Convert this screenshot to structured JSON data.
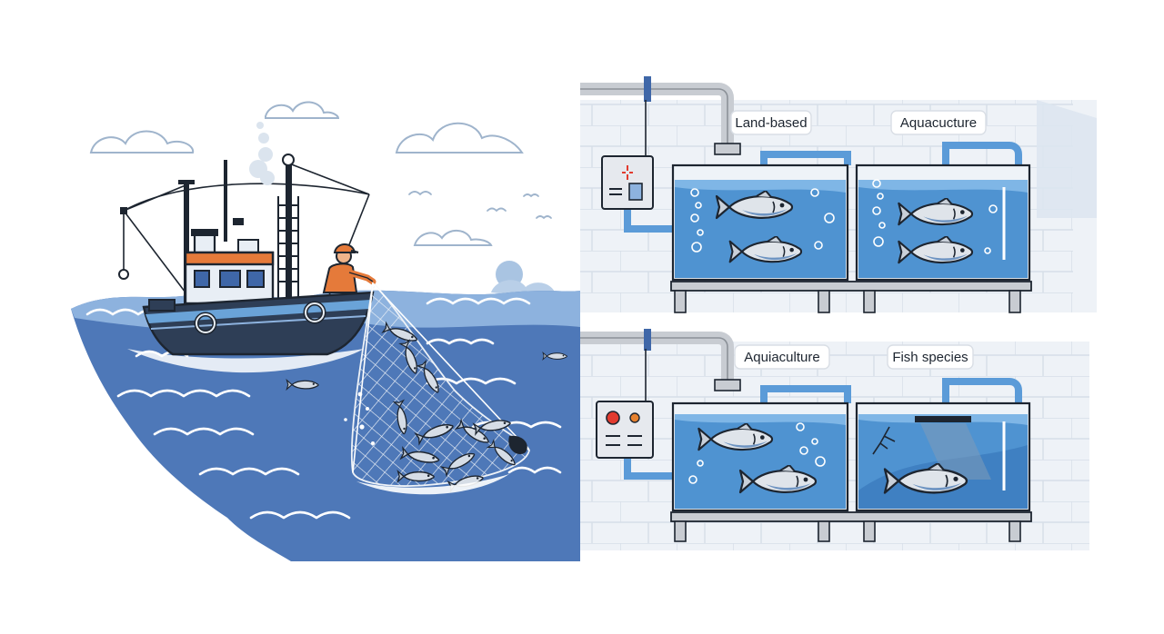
{
  "labels": {
    "top_left": "Land-based",
    "top_right": "Aquacucture",
    "bottom_left": "Aquiaculture",
    "bottom_right": "Fish species"
  },
  "colors": {
    "ocean_dark": "#3f67a8",
    "ocean_mid": "#5a86c0",
    "ocean_light": "#9cc0e3",
    "tank_water": "#4f93d1",
    "pipe_blue": "#5b9bd8",
    "pipe_gray": "#c8ccd2",
    "boat_hull": "#2e3e56",
    "cabin_orange": "#e57a3a",
    "wall_tile": "#e4eaf2",
    "ink": "#1d2530",
    "control_red": "#e23b2f",
    "control_orange": "#e6812f"
  },
  "icons": [
    "boat-icon",
    "fisherman-icon",
    "fishing-net-icon",
    "fish-icon",
    "water-pipe-icon",
    "control-panel-icon",
    "cloud-icon",
    "bird-icon",
    "bubble-icon"
  ]
}
